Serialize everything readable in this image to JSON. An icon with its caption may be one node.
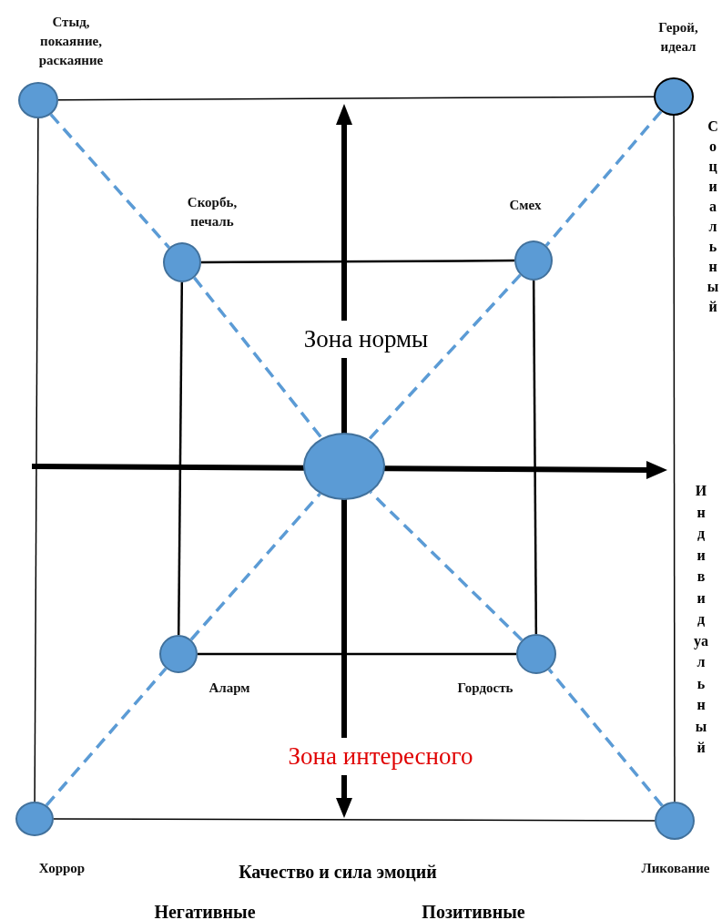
{
  "diagram": {
    "nodes": [
      {
        "text": [
          "Стыд, покаяние, раскаяние"
        ]
      },
      {
        "text": [
          "Герой, идеал"
        ]
      },
      {
        "text": [
          "Скорбь, печаль"
        ]
      },
      {
        "text": [
          "Смех"
        ]
      },
      {
        "text": [],
        "shape": "circle"
      },
      {
        "text": [
          "Аларм"
        ]
      },
      {
        "text": [
          "Гордость"
        ]
      },
      {
        "text": [
          "Хоррор"
        ]
      },
      {
        "text": [
          "Ликование"
        ]
      }
    ],
    "edges": [
      {
        "from": 0,
        "to": 1,
        "arrow": "none"
      },
      {
        "from": 1,
        "to": 8,
        "arrow": "none"
      },
      {
        "from": 7,
        "to": 8,
        "arrow": "none"
      },
      {
        "from": 0,
        "to": 7,
        "arrow": "none"
      },
      {
        "from": 2,
        "to": 3,
        "arrow": "none"
      },
      {
        "from": 3,
        "to": 6,
        "arrow": "none"
      },
      {
        "from": 5,
        "to": 6,
        "arrow": "none"
      },
      {
        "from": 2,
        "to": 5,
        "arrow": "none"
      },
      {
        "from": 0,
        "to": 2,
        "arrow": "none",
        "style": "dashed",
        "color": "#5b9bd5"
      },
      {
        "from": 2,
        "to": 4,
        "arrow": "none",
        "style": "dashed",
        "color": "#5b9bd5"
      },
      {
        "from": 1,
        "to": 3,
        "arrow": "none",
        "style": "dashed",
        "color": "#5b9bd5"
      },
      {
        "from": 3,
        "to": 4,
        "arrow": "none",
        "style": "dashed",
        "color": "#5b9bd5"
      },
      {
        "from": 7,
        "to": 5,
        "arrow": "none",
        "style": "dashed",
        "color": "#5b9bd5"
      },
      {
        "from": 5,
        "to": 4,
        "arrow": "none",
        "style": "dashed",
        "color": "#5b9bd5"
      },
      {
        "from": 8,
        "to": 6,
        "arrow": "none",
        "style": "dashed",
        "color": "#5b9bd5"
      },
      {
        "from": 6,
        "to": 4,
        "arrow": "none",
        "style": "dashed",
        "color": "#5b9bd5"
      }
    ],
    "labels": [
      "Социальный",
      "Зона нормы",
      "Индивидуальный",
      "Зона интересного",
      "Качество и сила эмоций",
      "Негативные",
      "Позитивные"
    ]
  }
}
